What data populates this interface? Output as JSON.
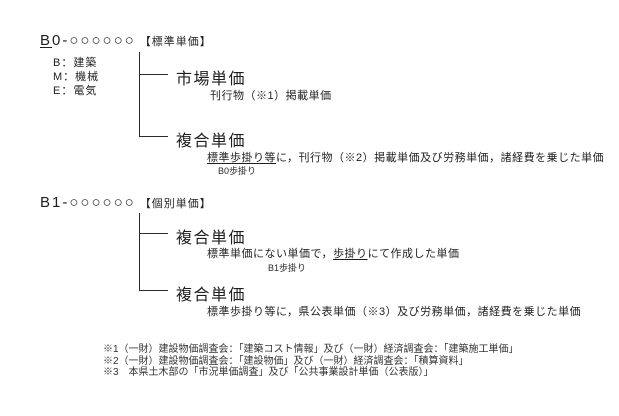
{
  "b0": {
    "code_underlined": "B",
    "code_rest": "0-○○○○○○",
    "label": "【標準単価】",
    "legend": [
      "B：建築",
      "M：機械",
      "E：電気"
    ],
    "market": {
      "title": "市場単価",
      "desc": "刊行物（※1）掲載単価"
    },
    "composite": {
      "title": "複合単価",
      "desc_underlined": "標準歩掛り等",
      "desc_rest": "に，刊行物（※2）掲載単価及び労務単価，諸経費を乗じた単価",
      "note": "B0歩掛り"
    }
  },
  "b1": {
    "code": "B1-○○○○○○",
    "label": "【個別単価】",
    "composite1": {
      "title": "複合単価",
      "desc_pre": "標準単価にない単価で，",
      "desc_underlined": "歩掛り",
      "desc_post": "にて作成した単価",
      "note": "B1歩掛り"
    },
    "composite2": {
      "title": "複合単価",
      "desc": "標準歩掛り等に，県公表単価（※3）及び労務単価，諸経費を乗じた単価"
    }
  },
  "footnotes": [
    "※1（一財）建設物価調査会：「建築コスト情報」及び（一財）経済調査会：「建築施工単価」",
    "※2（一財）建設物価調査会：「建設物価」及び（一財）経済調査会：「積算資料」",
    "※3　本県土木部の「市況単価調査」及び「公共事業設計単価（公表版）」"
  ]
}
